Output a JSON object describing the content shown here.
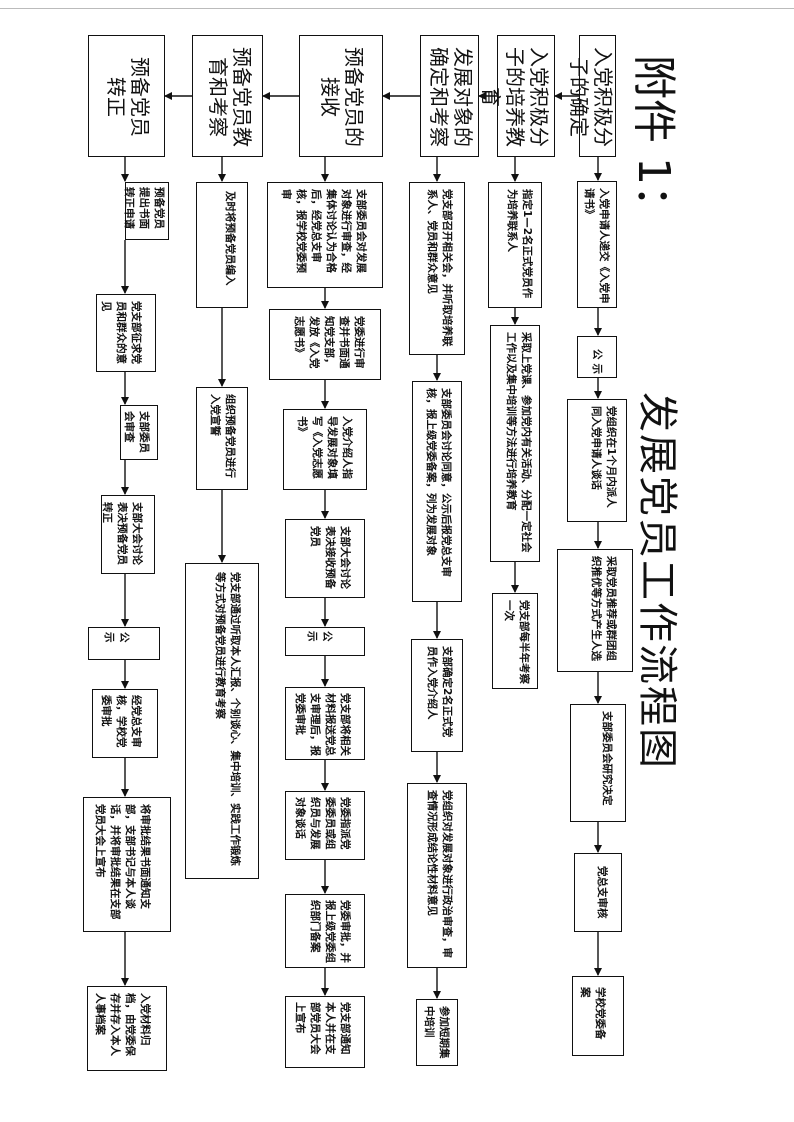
{
  "page": {
    "annex_label": "附件 1：",
    "title": "发展党员工作流程图"
  },
  "stages": [
    {
      "header": "入党积极分子的确定",
      "steps": [
        "入党申请人递交《入党申请书》",
        "公示",
        "党组织在1个月内派人同入党申请人谈话",
        "采取党员推荐或群团组织推优等方式产生人选",
        "支部委员会研究决定",
        "党总支审核",
        "学校党委备案"
      ]
    },
    {
      "header": "入党积极分子的培养教育",
      "steps": [
        "指定1—2名正式党员作为培养联系人",
        "采取上党课、参加党内有关活动、分配一定社会工作以及集中培训等方法进行培养教育",
        "党支部每半年考察一次"
      ]
    },
    {
      "header": "发展对象的确定和考察",
      "steps": [
        "党支部召开相关会，并听取培养联系人、党员和群众意见",
        "支部委员会讨论同意，公示后报党总支审核，报上级党委备案，列为发展对象",
        "支部确定2名正式党员作入党介绍人",
        "党组织对发展对象进行政治审查，审查情况形成结论性材料意见",
        "参加短期集中培训"
      ]
    },
    {
      "header": "预备党员的接收",
      "steps": [
        "支部委员会对发展对象进行审查，经集体讨论认为合格后，经党总支审核，报学校党委预审",
        "党委进行审查并书面通知党支部，发放《入党志愿书》",
        "入党介绍人指导发展对象填写《入党志愿书》",
        "支部大会讨论表决接收预备党员",
        "公示",
        "党支部将相关材料报送党总支审理后，报党委审批",
        "党委指派党委委员或组织员与发展对象谈话",
        "党委审批，并报上级党委组织部门备案",
        "党支部通知本人并在支部党员大会上宣布"
      ]
    },
    {
      "header": "预备党员教育和考察",
      "steps": [
        "及时将预备党员编入",
        "组织预备党员进行入党宣誓",
        "党支部通过听取本人汇报、个别谈心、集中培训、实践工作锻炼等方式对预备党员进行教育考察"
      ]
    },
    {
      "header": "预备党员转正",
      "steps": [
        "预备党员提出书面转正申请",
        "党支部征求党员和群众的意见",
        "支部委员会审查",
        "支部大会讨论表决预备党员转正",
        "公示",
        "经党总支审核，学校党委审批",
        "将审批结果书面通知支部，支部书记与本人谈话，并将审批结果在支部党员大会上宣布",
        "入党材料归档，由党委保存并存入本人人事档案"
      ]
    }
  ]
}
